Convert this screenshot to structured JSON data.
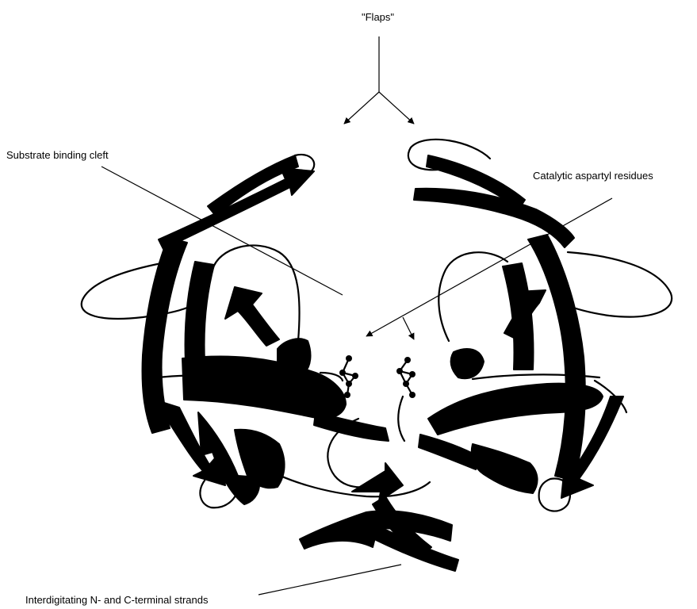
{
  "labels": {
    "flaps": "\"Flaps\"",
    "substrate_cleft": "Substrate binding cleft",
    "catalytic_residues": "Catalytic aspartyl residues",
    "terminal_strands": "Interdigitating  N- and C-terminal strands"
  },
  "colors": {
    "ink": "#000000",
    "background": "#ffffff"
  }
}
